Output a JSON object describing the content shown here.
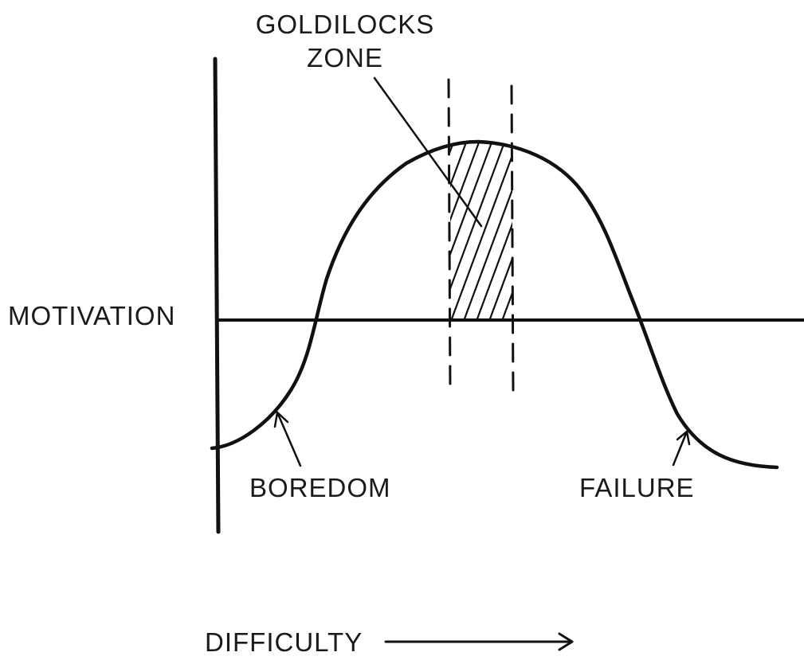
{
  "labels": {
    "zone_line1": "GOLDILOCKS",
    "zone_line2": "ZONE",
    "y_axis": "MOTIVATION",
    "x_axis": "DIFFICULTY",
    "left_annotation": "BOREDOM",
    "right_annotation": "FAILURE"
  },
  "colors": {
    "ink": "#111111",
    "background": "#ffffff"
  }
}
